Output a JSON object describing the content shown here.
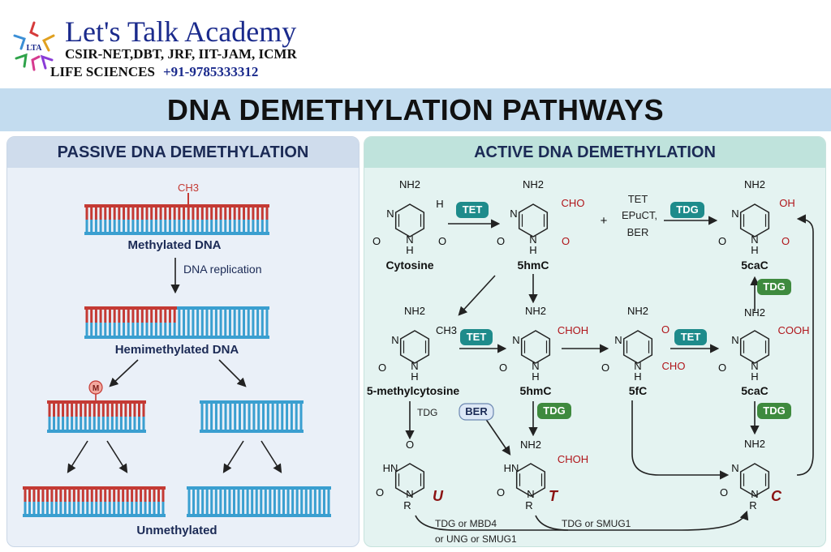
{
  "header": {
    "brand": "Let's Talk Academy",
    "exams": "CSIR-NET,DBT, JRF, IIT-JAM, ICMR",
    "subject": "LIFE SCIENCES",
    "phone": "+91-9785333312",
    "logo_text": "LTA"
  },
  "title": "DNA DEMETHYLATION PATHWAYS",
  "passive": {
    "heading": "PASSIVE DNA DEMETHYLATION",
    "ch3": "CH3",
    "methylated": "Methylated DNA",
    "replication": "DNA replication",
    "hemimethylated": "Hemimethylated DNA",
    "mark": "M",
    "unmethylated": "Unmethylated"
  },
  "active": {
    "heading": "ACTIVE DNA DEMETHYLATION",
    "enzymes": {
      "tet": "TET",
      "tdg": "TDG",
      "ber": "BER",
      "tdg_plain": "TDG",
      "side_tet": "TET",
      "side_epuct": "EPuCT,",
      "side_ber": "BER",
      "plus": "+"
    },
    "molecules": {
      "cytosine": "Cytosine",
      "hmc_top": "5hmC",
      "cac_top": "5caC",
      "mc": "5-methylcytosine",
      "hmc_mid": "5hmC",
      "fc": "5fC",
      "cac_mid": "5caC"
    },
    "groups": {
      "nh2": "NH2",
      "n": "N",
      "o": "O",
      "h": "H",
      "r": "R",
      "hn": "HN",
      "cho": "CHO",
      "oh": "OH",
      "ch3": "CH3",
      "choh": "CHOH",
      "cooh": "COOH",
      "choh2": "CHOH"
    },
    "bases": {
      "u": "U",
      "t": "T",
      "c": "C"
    },
    "bottom_label_1": "TDG or MBD4",
    "bottom_label_2": "or UNG or SMUG1",
    "bottom_label_3": "TDG or SMUG1"
  },
  "colors": {
    "methyl_strand": "#c43a34",
    "unmethyl_strand": "#3a9fd0",
    "tet_badge": "#1e8b8b",
    "tdg_badge": "#3e8a3e",
    "ber_badge": "#dde8f6",
    "accent_red": "#b0151a"
  }
}
